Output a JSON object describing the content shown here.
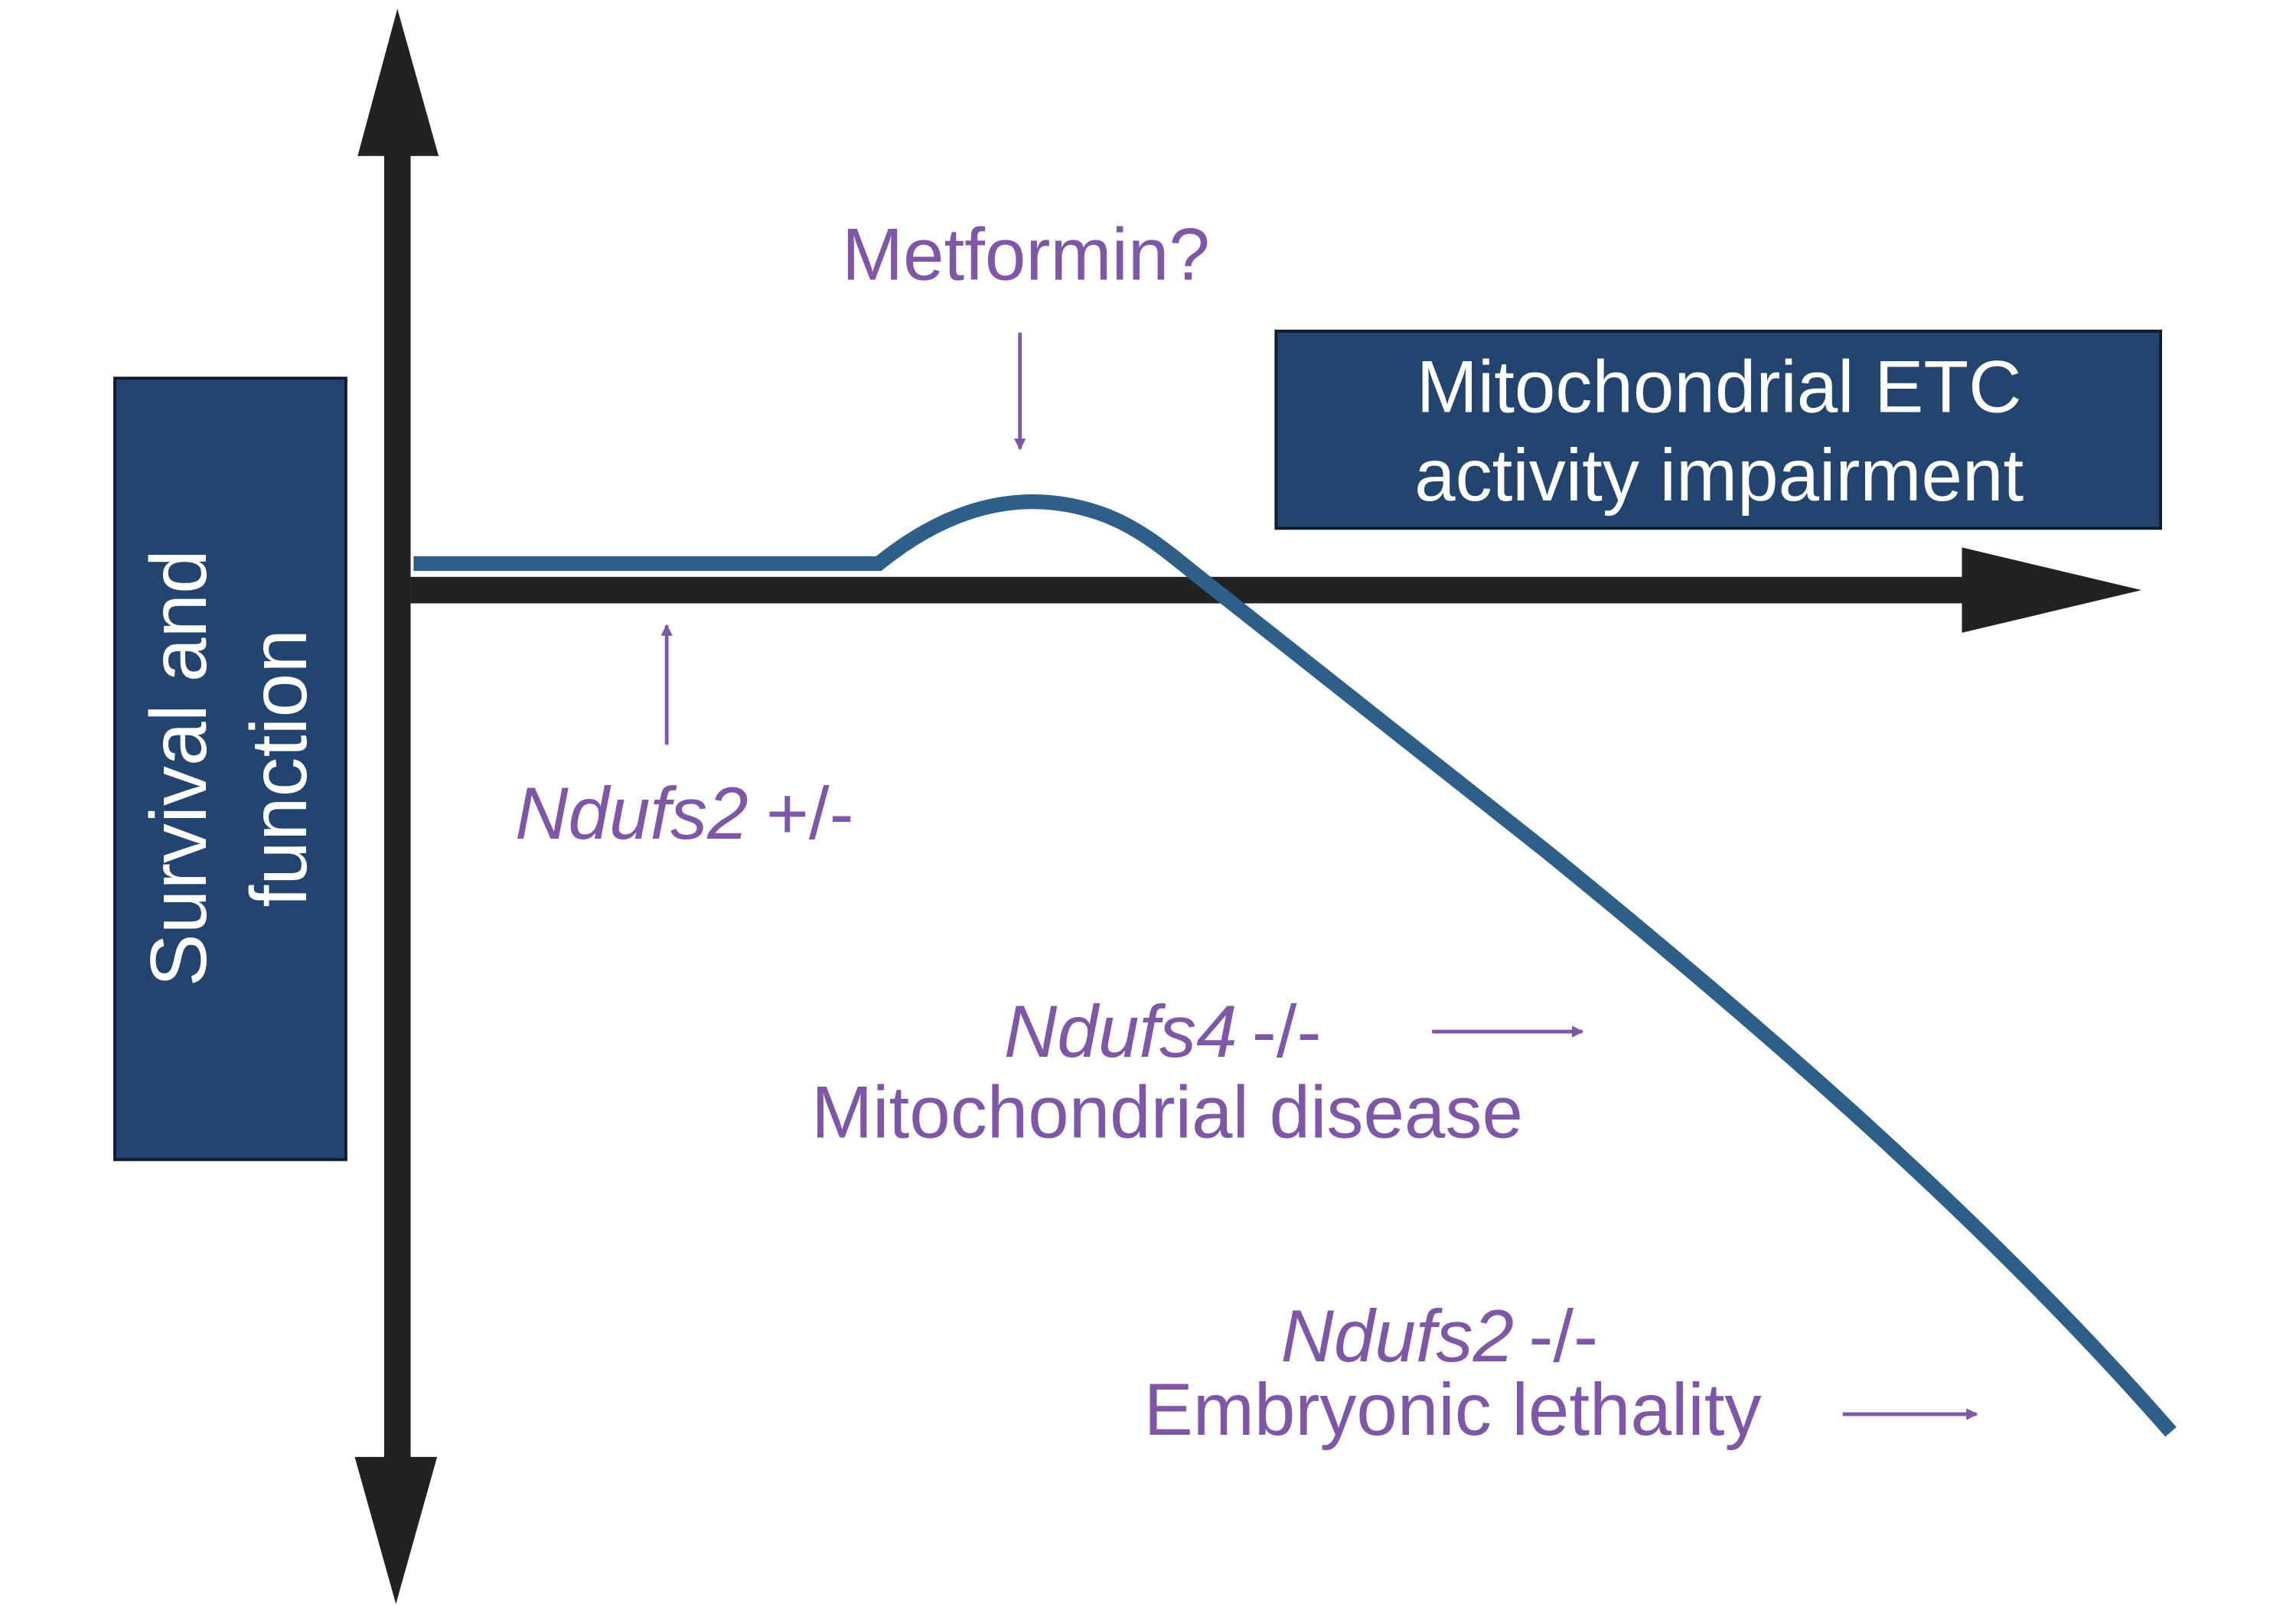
{
  "y_axis_label": {
    "line1": "Survival and",
    "line2": "function"
  },
  "x_axis_label": {
    "line1": "Mitochondrial ETC",
    "line2": "activity impairment"
  },
  "annotations": {
    "metformin": "Metformin?",
    "ndufs2_het": {
      "gene": "Ndufs2",
      "genotype": "+/-"
    },
    "ndufs4_ko": {
      "gene": "Ndufs4",
      "genotype": "-/-",
      "phenotype": "Mitochondrial disease"
    },
    "ndufs2_ko": {
      "gene": "Ndufs2",
      "genotype": "-/-",
      "phenotype": "Embryonic lethality"
    }
  },
  "colors": {
    "axis": "#222222",
    "box": "#23446e",
    "curve": "#2d5f88",
    "annotation": "#7e57a6"
  }
}
